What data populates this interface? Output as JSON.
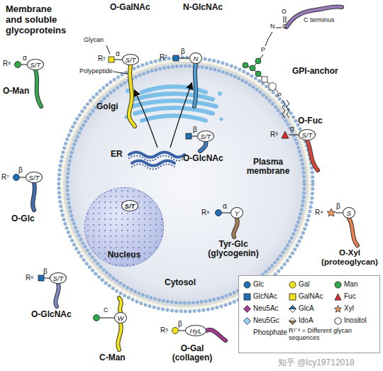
{
  "diagram": {
    "title": "Membrane and soluble glycoproteins",
    "nodes": [
      {
        "text": [
          "S/T"
        ]
      },
      {
        "text": [
          "N"
        ]
      },
      {
        "text": [
          "S/T"
        ]
      },
      {
        "text": [
          "S/T"
        ]
      },
      {
        "text": [
          "S/T"
        ]
      },
      {
        "text": [
          "S/T"
        ]
      },
      {
        "text": [
          "Nucleus"
        ]
      },
      {
        "text": [
          "S/T"
        ],
        "in": 6
      },
      {
        "text": [
          "Y"
        ]
      },
      {
        "text": [
          "S"
        ]
      },
      {
        "text": [
          "S/T"
        ]
      },
      {
        "text": [
          "W"
        ]
      },
      {
        "text": [
          "HyL"
        ]
      }
    ],
    "labels": [
      "O-GalNAc",
      "Glycan",
      "R¹",
      "α",
      "Polypeptide",
      "N-GlcNAc",
      "R²",
      "β",
      "C terminus",
      "O",
      "C",
      "N",
      "P",
      "P",
      "GPI-anchor",
      "O-Man",
      "R⁸",
      "α",
      "Golgi",
      "β",
      "O-GlcNAc",
      "ER",
      "Plasma membrane",
      "O-Fuc",
      "R³",
      "α",
      "O-Glc",
      "R⁷",
      "β",
      "β",
      "R⁹",
      "α",
      "Tyr-Glc (glycogenin)",
      "R⁴",
      "β",
      "O-Xyl (proteoglycan)",
      "Cytosol",
      "R⁶",
      "β",
      "O-GlcNAc",
      "C",
      "C-Man",
      "R⁵",
      "β",
      "O-Gal (collagen)",
      "P",
      "知乎 @lcy19712018"
    ],
    "legend": [
      {
        "text": "Glc",
        "color": "#1f6fb5"
      },
      {
        "text": "Gal",
        "color": "#f2e21a"
      },
      {
        "text": "Man",
        "color": "#2fa84a"
      },
      {
        "text": "GlcNAc",
        "color": "#1f6fb5"
      },
      {
        "text": "GalNAc",
        "color": "#f2e21a"
      },
      {
        "text": "Fuc",
        "color": "#d82b2b"
      },
      {
        "text": "Neu5Ac",
        "color": "#a43d97"
      },
      {
        "text": "GlcA",
        "color": "#1f6fb5"
      },
      {
        "text": "Xyl",
        "color": "#f39c5a"
      },
      {
        "text": "Neu5Gc",
        "color": "#8fd3f0"
      },
      {
        "text": "IdoA",
        "color": "#a17a4d"
      },
      {
        "text": "Inositol"
      },
      {
        "text": "Phosphate"
      },
      {
        "text": "R¹⁻⁹ = Different glycan sequences"
      }
    ]
  }
}
